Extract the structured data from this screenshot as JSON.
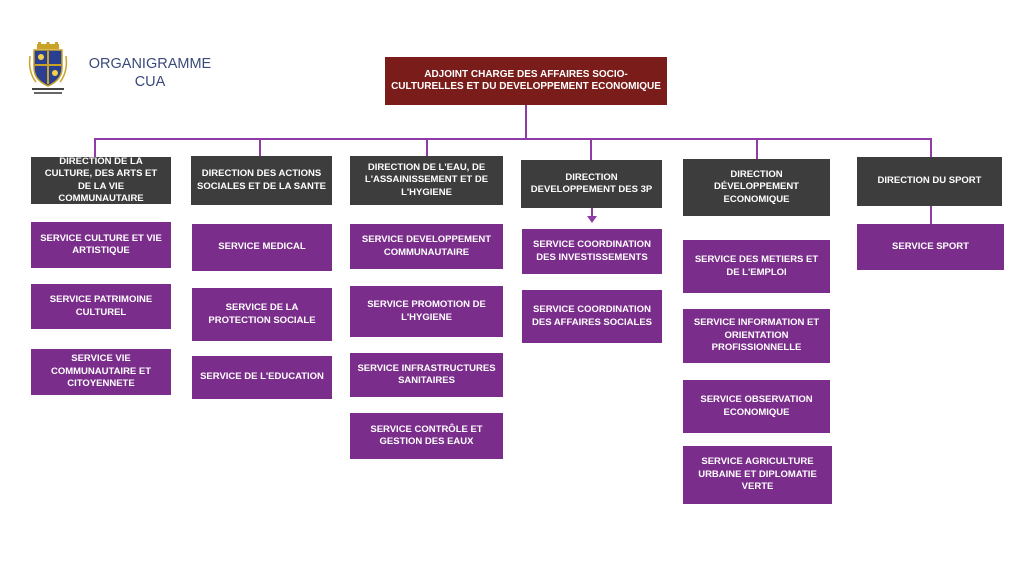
{
  "header": {
    "title_line1": "ORGANIGRAMME",
    "title_line2": "CUA",
    "colors": {
      "top": "#7a1c19",
      "direction": "#3d3d3d",
      "service": "#7b2d8b",
      "connector": "#8f3ca6"
    }
  },
  "top": {
    "label": "ADJOINT CHARGE DES AFFAIRES SOCIO-CULTURELLES ET DU DEVELOPPEMENT ECONOMIQUE"
  },
  "directions": [
    {
      "label": "DIRECTION DE LA CULTURE, DES ARTS ET DE LA VIE COMMUNAUTAIRE",
      "services": [
        "SERVICE CULTURE ET VIE ARTISTIQUE",
        "SERVICE PATRIMOINE CULTUREL",
        "SERVICE VIE COMMUNAUTAIRE ET CITOYENNETE"
      ]
    },
    {
      "label": "DIRECTION DES ACTIONS SOCIALES ET DE LA SANTE",
      "services": [
        "SERVICE MEDICAL",
        "SERVICE DE LA PROTECTION SOCIALE",
        "SERVICE DE L'EDUCATION"
      ]
    },
    {
      "label": "DIRECTION DE L'EAU, DE L'ASSAINISSEMENT ET DE L'HYGIENE",
      "services": [
        "SERVICE DEVELOPPEMENT COMMUNAUTAIRE",
        "SERVICE PROMOTION DE L'HYGIENE",
        "SERVICE INFRASTRUCTURES SANITAIRES",
        "SERVICE CONTRÔLE ET GESTION DES EAUX"
      ]
    },
    {
      "label": "DIRECTION DEVELOPPEMENT DES 3P",
      "services": [
        "SERVICE COORDINATION DES INVESTISSEMENTS",
        "SERVICE COORDINATION DES AFFAIRES SOCIALES"
      ]
    },
    {
      "label": "DIRECTION DÉVELOPPEMENT ECONOMIQUE",
      "services": [
        "SERVICE DES METIERS ET DE L'EMPLOI",
        "SERVICE INFORMATION ET ORIENTATION PROFISSIONNELLE",
        "SERVICE OBSERVATION ECONOMIQUE",
        "SERVICE AGRICULTURE URBAINE ET DIPLOMATIE VERTE"
      ]
    },
    {
      "label": "DIRECTION DU SPORT",
      "services": [
        "SERVICE SPORT"
      ]
    }
  ]
}
